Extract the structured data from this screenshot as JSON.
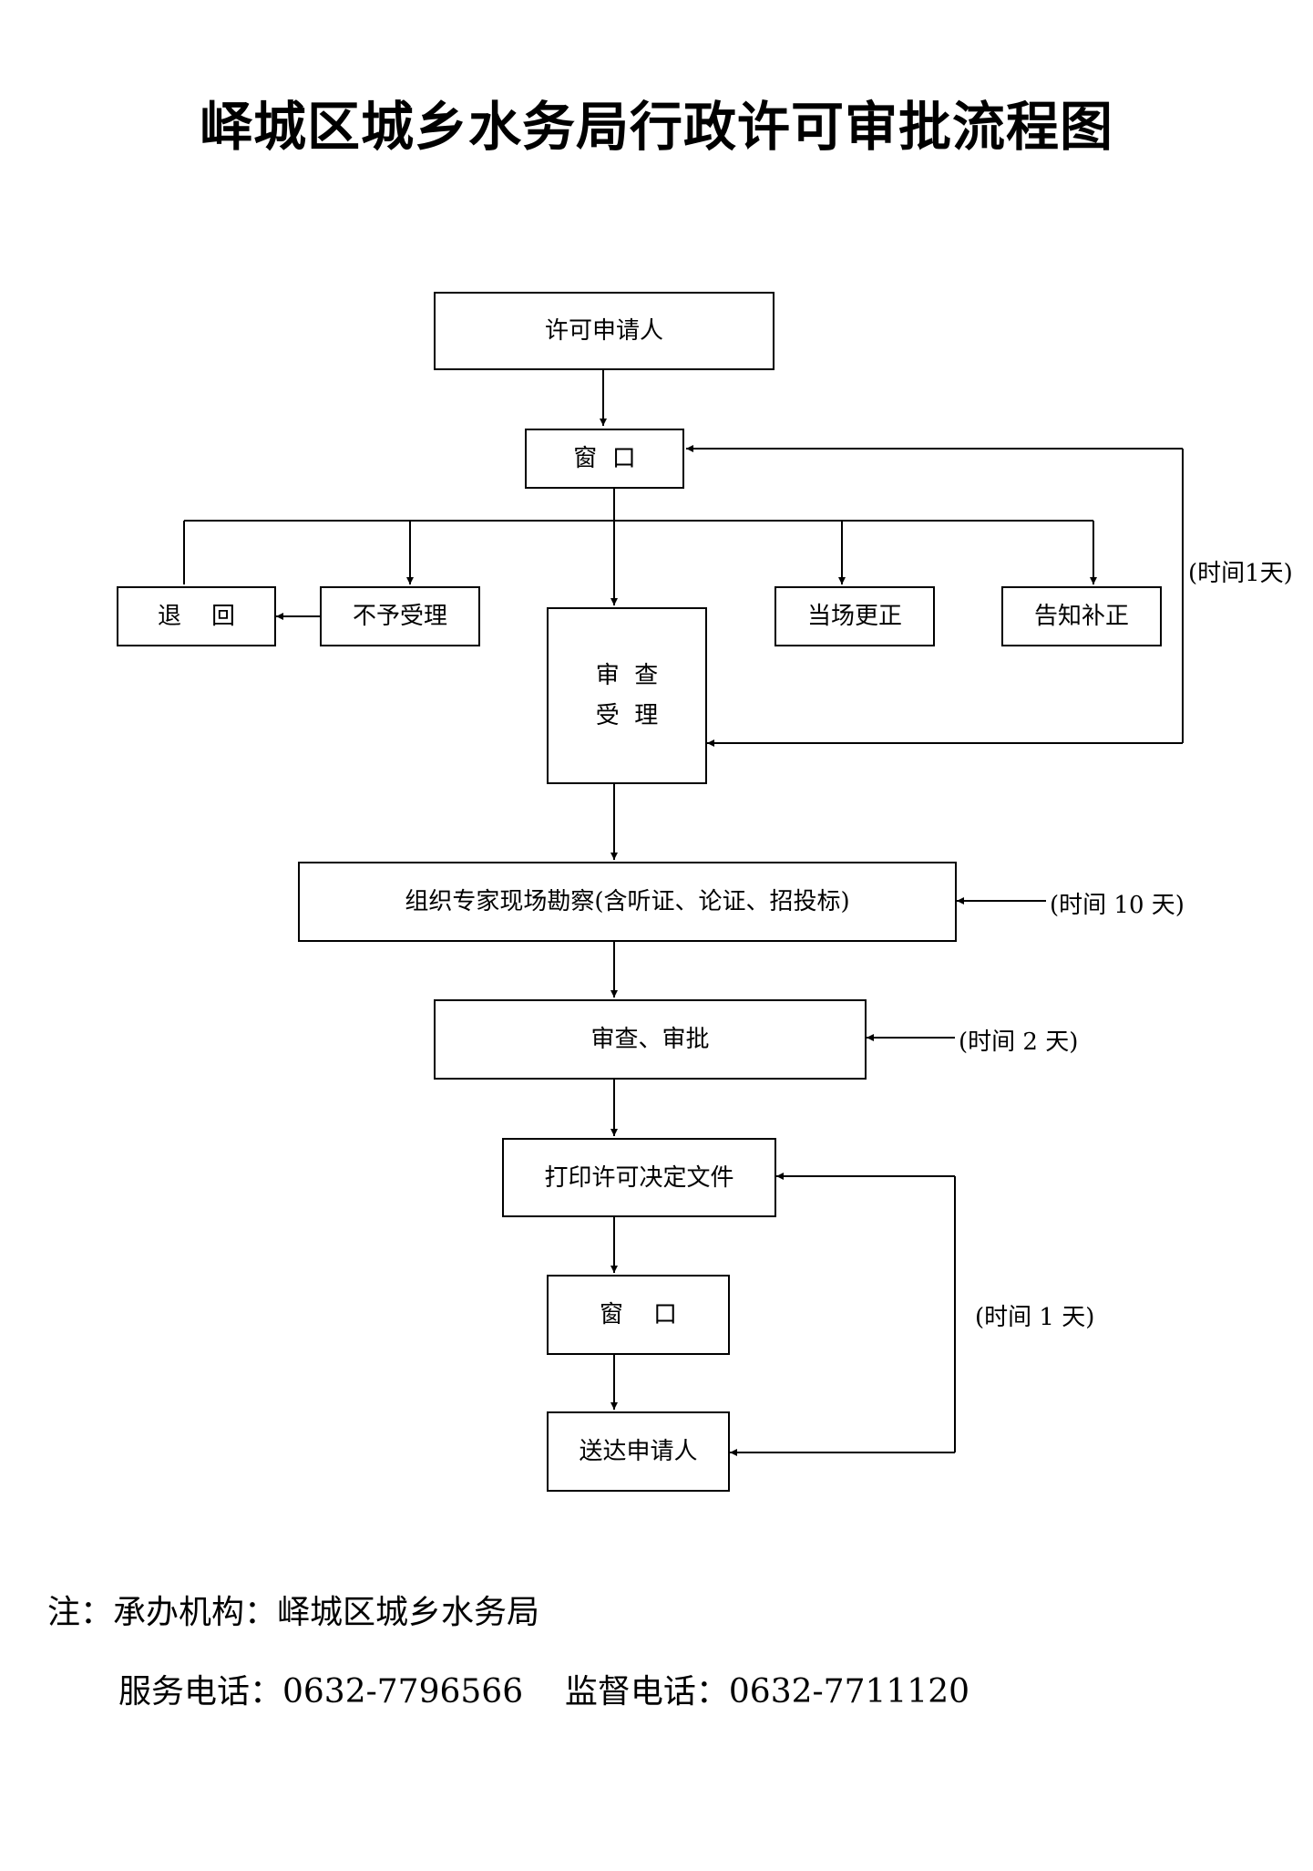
{
  "title": "峄城区城乡水务局行政许可审批流程图",
  "nodes": {
    "applicant": "许可申请人",
    "window_top": "窗  口",
    "return": "退    回",
    "not_accept": "不予受理",
    "review_accept_line1": "审  查",
    "review_accept_line2": "受  理",
    "correct_on_site": "当场更正",
    "notify_correct": "告知补正",
    "expert_survey": "组织专家现场勘察(含听证、论证、招投标)",
    "review_approve": "审查、审批",
    "print_decision": "打印许可决定文件",
    "window_bottom": "窗    口",
    "deliver": "送达申请人"
  },
  "time_notes": {
    "loop_top": "(时间1天)",
    "expert": "(时间 10 天)",
    "approve": "(时间 2 天)",
    "loop_bottom": "(时间 1 天)"
  },
  "footer": {
    "line1": "注：承办机构：峄城区城乡水务局",
    "line2": "服务电话：0632-7796566    监督电话：0632-7711120"
  }
}
